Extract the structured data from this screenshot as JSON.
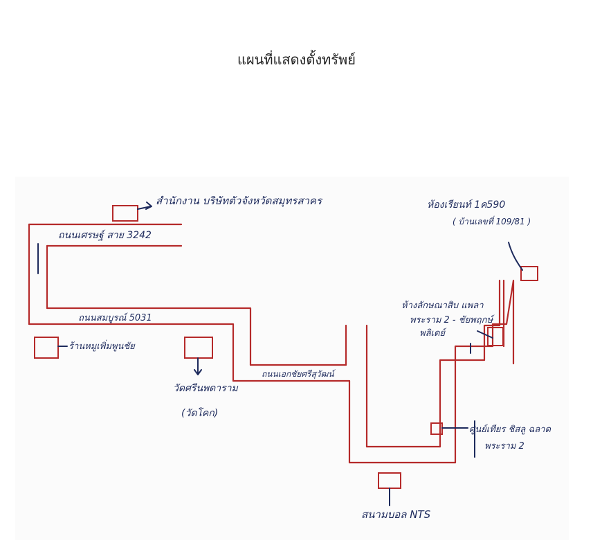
{
  "title": "แผนที่แสดงตั้งทรัพย์",
  "labels": {
    "office": "สำนักงาน บริษัทตัวจังหวัดสมุทรสาคร",
    "road_3242": "ถนนเศรษฐ์ สาย 3242",
    "road_5031": "ถนนสมบูรณ์ 5031",
    "road_right": "ถนนเอกชัยศรีสุวัฒน์",
    "municipal_building": "ร้านหมูเพิ่มพูนชัย",
    "temple": "วัดศรีนพดาราม",
    "temple_paren": "(วัดโคก)",
    "school_top": "ห้องเรียนท์ 1ค590",
    "school_top_paren": "( บ้านเลขที่ 109/81 )",
    "hospital_line1": "ห้างลักษณาสิบ แพลา",
    "hospital_line2": "พระราม 2 - ชัยพฤกษ์",
    "hospital_line3": "พลิเดย์",
    "college_line1": "ศูนย์เทียร ชิสลู ฉลาด",
    "college_line2": "พระราม 2",
    "stadium": "สนามบอล NTS"
  }
}
